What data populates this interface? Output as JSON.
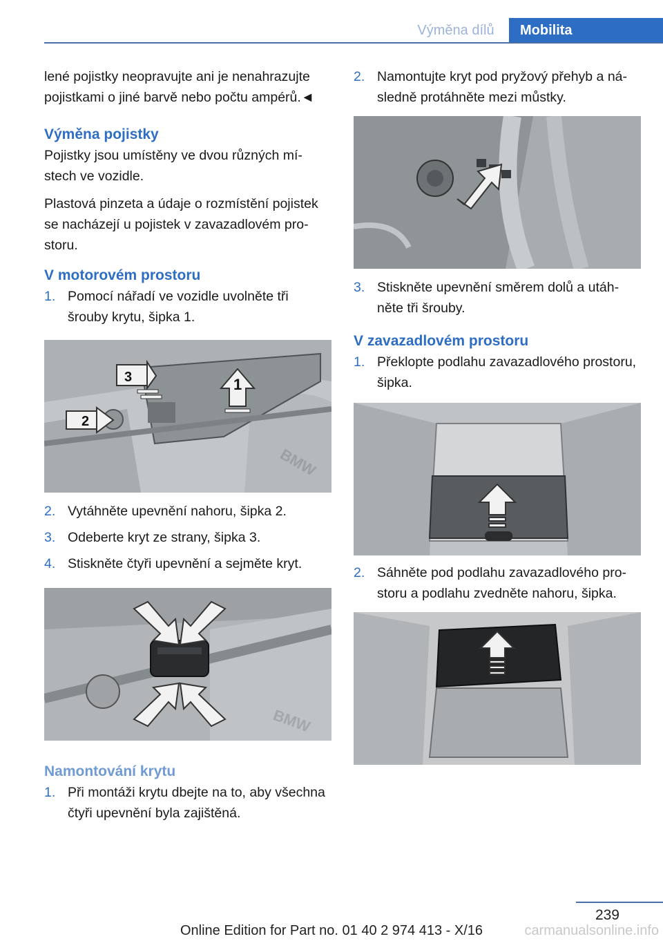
{
  "header": {
    "section": "Výměna dílů",
    "chapter": "Mobilita"
  },
  "left": {
    "intro": "lené pojistky neopravujte ani je nenahrazujte pojistkami o jiné barvě nebo počtu ampérů.◄",
    "h_fuse": "Výměna pojistky",
    "p1": "Pojistky jsou umístěny ve dvou různých mí-stech ve vozidle.",
    "p2": "Plastová pinzeta a údaje o rozmístění pojistek se nacházejí u pojistek v zavazadlovém pro-storu.",
    "h_engine": "V motorovém prostoru",
    "steps_a": [
      {
        "num": "1.",
        "text": "Pomocí nářadí ve vozidle uvolněte tři šrouby krytu, šipka 1."
      }
    ],
    "fig1_labels": [
      "1",
      "2",
      "3"
    ],
    "fig1_brand": "BMW",
    "steps_b": [
      {
        "num": "2.",
        "text": "Vytáhněte upevnění nahoru, šipka 2."
      },
      {
        "num": "3.",
        "text": "Odeberte kryt ze strany, šipka 3."
      },
      {
        "num": "4.",
        "text": "Stiskněte čtyři upevnění a sejměte kryt."
      }
    ],
    "fig2_brand": "BMW",
    "h_mount": "Namontování krytu",
    "steps_c": [
      {
        "num": "1.",
        "text": "Při montáži krytu dbejte na to, aby všechna čtyři upevnění byla zajištěná."
      }
    ]
  },
  "right": {
    "steps_a": [
      {
        "num": "2.",
        "text": "Namontujte kryt pod pryžový přehyb a ná-sledně protáhněte mezi můstky."
      }
    ],
    "steps_b": [
      {
        "num": "3.",
        "text": "Stiskněte upevnění směrem dolů a utáh-něte tři šrouby."
      }
    ],
    "h_trunk": "V zavazadlovém prostoru",
    "steps_c": [
      {
        "num": "1.",
        "text": "Překlopte podlahu zavazadlového prostoru, šipka."
      }
    ],
    "steps_d": [
      {
        "num": "2.",
        "text": "Sáhněte pod podlahu zavazadlového pro-storu a podlahu zvedněte nahoru, šipka."
      }
    ]
  },
  "footer": {
    "page": "239",
    "edition": "Online Edition for Part no. 01 40 2 974 413 - X/16",
    "watermark": "carmanualsonline.info"
  }
}
